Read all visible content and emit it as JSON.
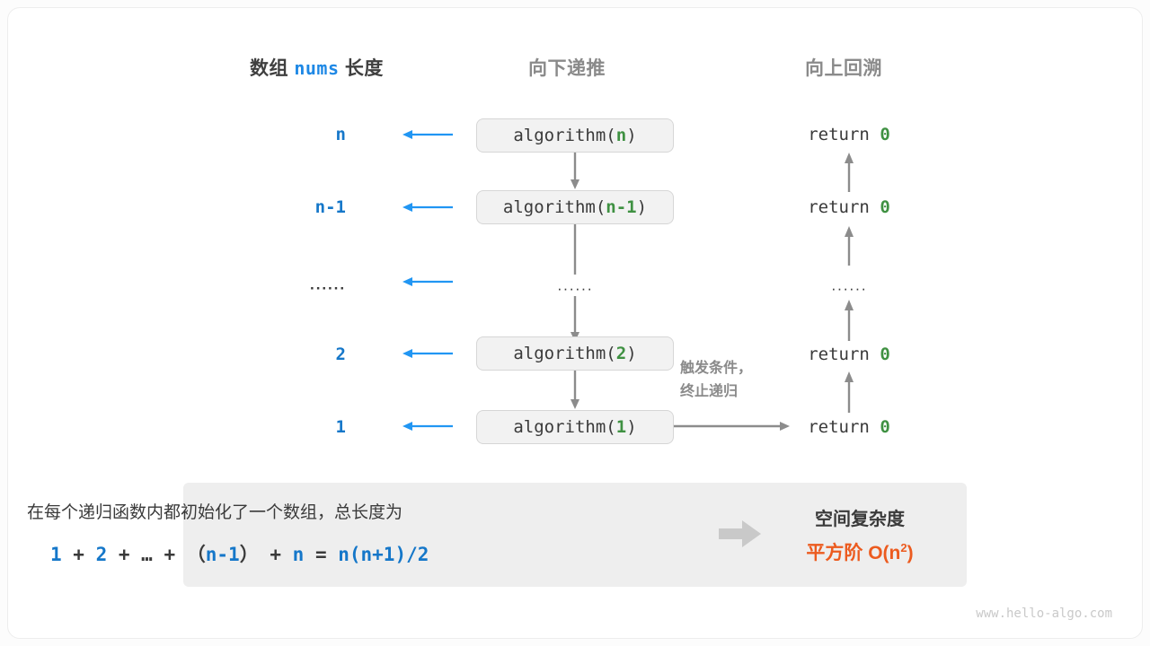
{
  "headers": {
    "left_prefix": "数组",
    "left_mono": "nums",
    "left_suffix": "长度",
    "middle": "向下递推",
    "right": "向上回溯"
  },
  "rows": [
    {
      "length": "n",
      "call_prefix": "algorithm(",
      "call_arg": "n",
      "call_suffix": ")",
      "ret_text": "return",
      "ret_value": "0"
    },
    {
      "length": "n-1",
      "call_prefix": "algorithm(",
      "call_arg": "n-1",
      "call_suffix": ")",
      "ret_text": "return",
      "ret_value": "0"
    },
    {
      "length": "······",
      "call_prefix": "······",
      "call_arg": "",
      "call_suffix": "",
      "ret_text": "······",
      "ret_value": ""
    },
    {
      "length": "2",
      "call_prefix": "algorithm(",
      "call_arg": "2",
      "call_suffix": ")",
      "ret_text": "return",
      "ret_value": "0"
    },
    {
      "length": "1",
      "call_prefix": "algorithm(",
      "call_arg": "1",
      "call_suffix": ")",
      "ret_text": "return",
      "ret_value": "0"
    }
  ],
  "note": {
    "line1": "触发条件，",
    "line2": "终止递归"
  },
  "summary": {
    "text": "在每个递归函数内都初始化了一个数组，总长度为",
    "formula_parts": [
      {
        "t": "1",
        "blue": true
      },
      {
        "t": " + ",
        "blue": false
      },
      {
        "t": "2",
        "blue": true
      },
      {
        "t": " + … + （",
        "blue": false
      },
      {
        "t": "n-1",
        "blue": true
      },
      {
        "t": "） + ",
        "blue": false
      },
      {
        "t": "n",
        "blue": true
      },
      {
        "t": " = ",
        "blue": false
      },
      {
        "t": "n(n+1)/2",
        "blue": true
      }
    ],
    "result_title": "空间复杂度",
    "result_label": "平方阶",
    "result_big_o": "O(n",
    "result_exp": "2",
    "result_close": ")"
  },
  "footer": "www.hello-algo.com",
  "colors": {
    "blue": "#1577c9",
    "green": "#3f9142",
    "orange": "#ec5b1f",
    "gray": "#8a8a8a",
    "arrow_blue": "#2196f3",
    "arrow_gray": "#8c8c8c"
  }
}
